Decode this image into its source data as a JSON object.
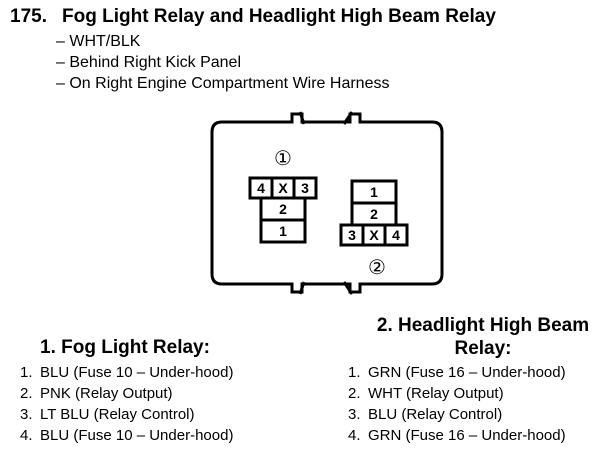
{
  "header": {
    "number": "175.",
    "title": "Fog Light Relay and Headlight High Beam Relay",
    "details": [
      "– WHT/BLK",
      "– Behind Right Kick Panel",
      "– On Right Engine Compartment Wire Harness"
    ]
  },
  "diagram": {
    "relay1_marker": "①",
    "relay2_marker": "②",
    "relay1_cells": {
      "top_left": "4",
      "top_mid": "X",
      "top_right": "3",
      "middle": "2",
      "bottom": "1"
    },
    "relay2_cells": {
      "top": "1",
      "middle": "2",
      "bottom_left": "3",
      "bottom_mid": "X",
      "bottom_right": "4"
    }
  },
  "relay1": {
    "title": "1. Fog Light Relay:",
    "pins": [
      {
        "num": "1.",
        "text": "BLU (Fuse 10 – Under-hood)"
      },
      {
        "num": "2.",
        "text": "PNK (Relay Output)"
      },
      {
        "num": "3.",
        "text": "LT BLU (Relay Control)"
      },
      {
        "num": "4.",
        "text": "BLU (Fuse 10 – Under-hood)"
      }
    ]
  },
  "relay2": {
    "title_line1": "2. Headlight High Beam",
    "title_line2": "Relay:",
    "pins": [
      {
        "num": "1.",
        "text": "GRN (Fuse 16 – Under-hood)"
      },
      {
        "num": "2.",
        "text": "WHT (Relay Output)"
      },
      {
        "num": "3.",
        "text": "BLU (Relay Control)"
      },
      {
        "num": "4.",
        "text": "GRN (Fuse 16 – Under-hood)"
      }
    ]
  }
}
